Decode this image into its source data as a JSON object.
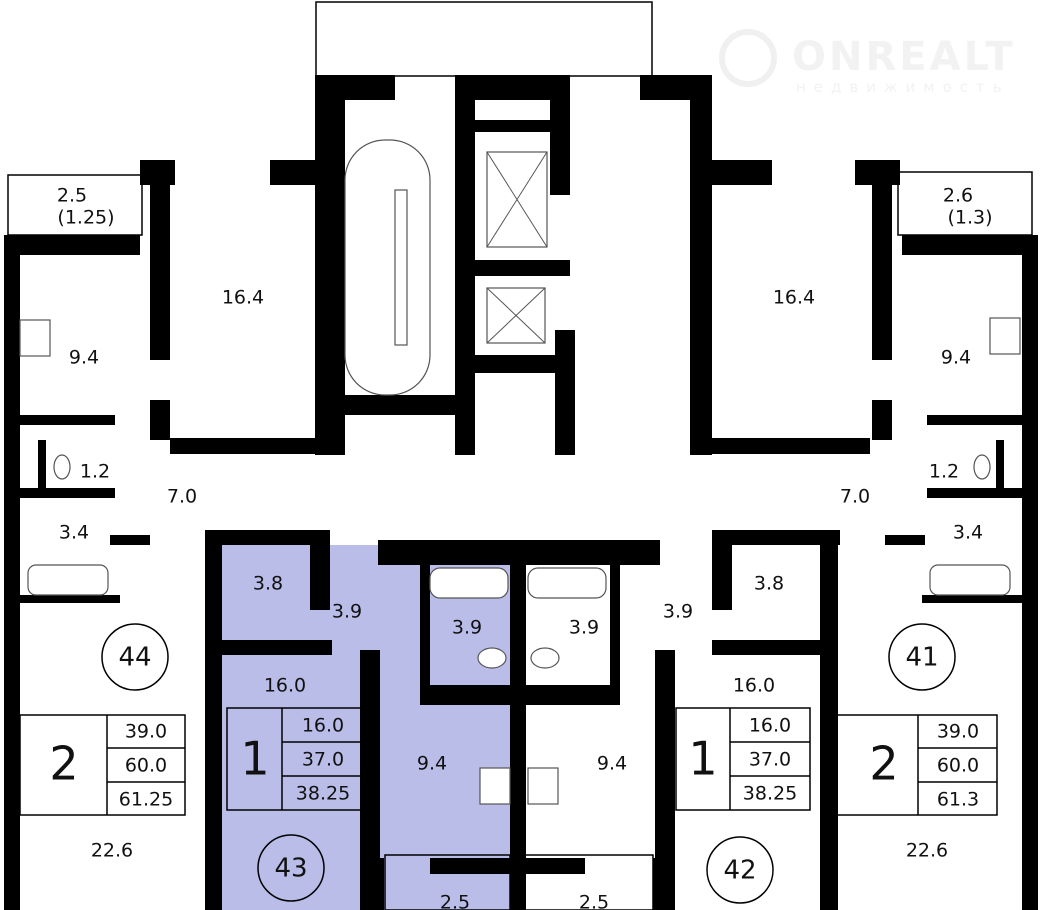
{
  "watermark": {
    "brand": "ONREALT",
    "tagline": "недвижимость"
  },
  "colors": {
    "highlight": "#b9bde8",
    "wall": "#000000"
  },
  "balconies": {
    "left": {
      "area": "2.5",
      "reduced": "(1.25)"
    },
    "right": {
      "area": "2.6",
      "reduced": "(1.3)"
    }
  },
  "rooms_top": {
    "left_living": "16.4",
    "left_kitchen": "9.4",
    "left_wc": "1.2",
    "left_bath": "3.4",
    "left_hall": "7.0",
    "right_living": "16.4",
    "right_kitchen": "9.4",
    "right_wc": "1.2",
    "right_bath": "3.4",
    "right_hall": "7.0"
  },
  "apartments": [
    {
      "number": "44",
      "rooms": "2",
      "living": "39.0",
      "total": "60.0",
      "total_with_balcony": "61.25",
      "room_areas": {
        "closet": "",
        "room": "22.6"
      }
    },
    {
      "number": "43",
      "rooms": "1",
      "living": "16.0",
      "total": "37.0",
      "total_with_balcony": "38.25",
      "room_areas": {
        "closet": "3.8",
        "hall": "3.9",
        "bath": "3.9",
        "room": "16.0",
        "kitchen": "9.4",
        "balcony": "2.5"
      },
      "highlighted": true
    },
    {
      "number": "42",
      "rooms": "1",
      "living": "16.0",
      "total": "37.0",
      "total_with_balcony": "38.25",
      "room_areas": {
        "closet": "3.8",
        "hall": "3.9",
        "bath": "3.9",
        "room": "16.0",
        "kitchen": "9.4",
        "balcony": "2.5"
      }
    },
    {
      "number": "41",
      "rooms": "2",
      "living": "39.0",
      "total": "60.0",
      "total_with_balcony": "61.3",
      "room_areas": {
        "room": "22.6"
      }
    }
  ]
}
